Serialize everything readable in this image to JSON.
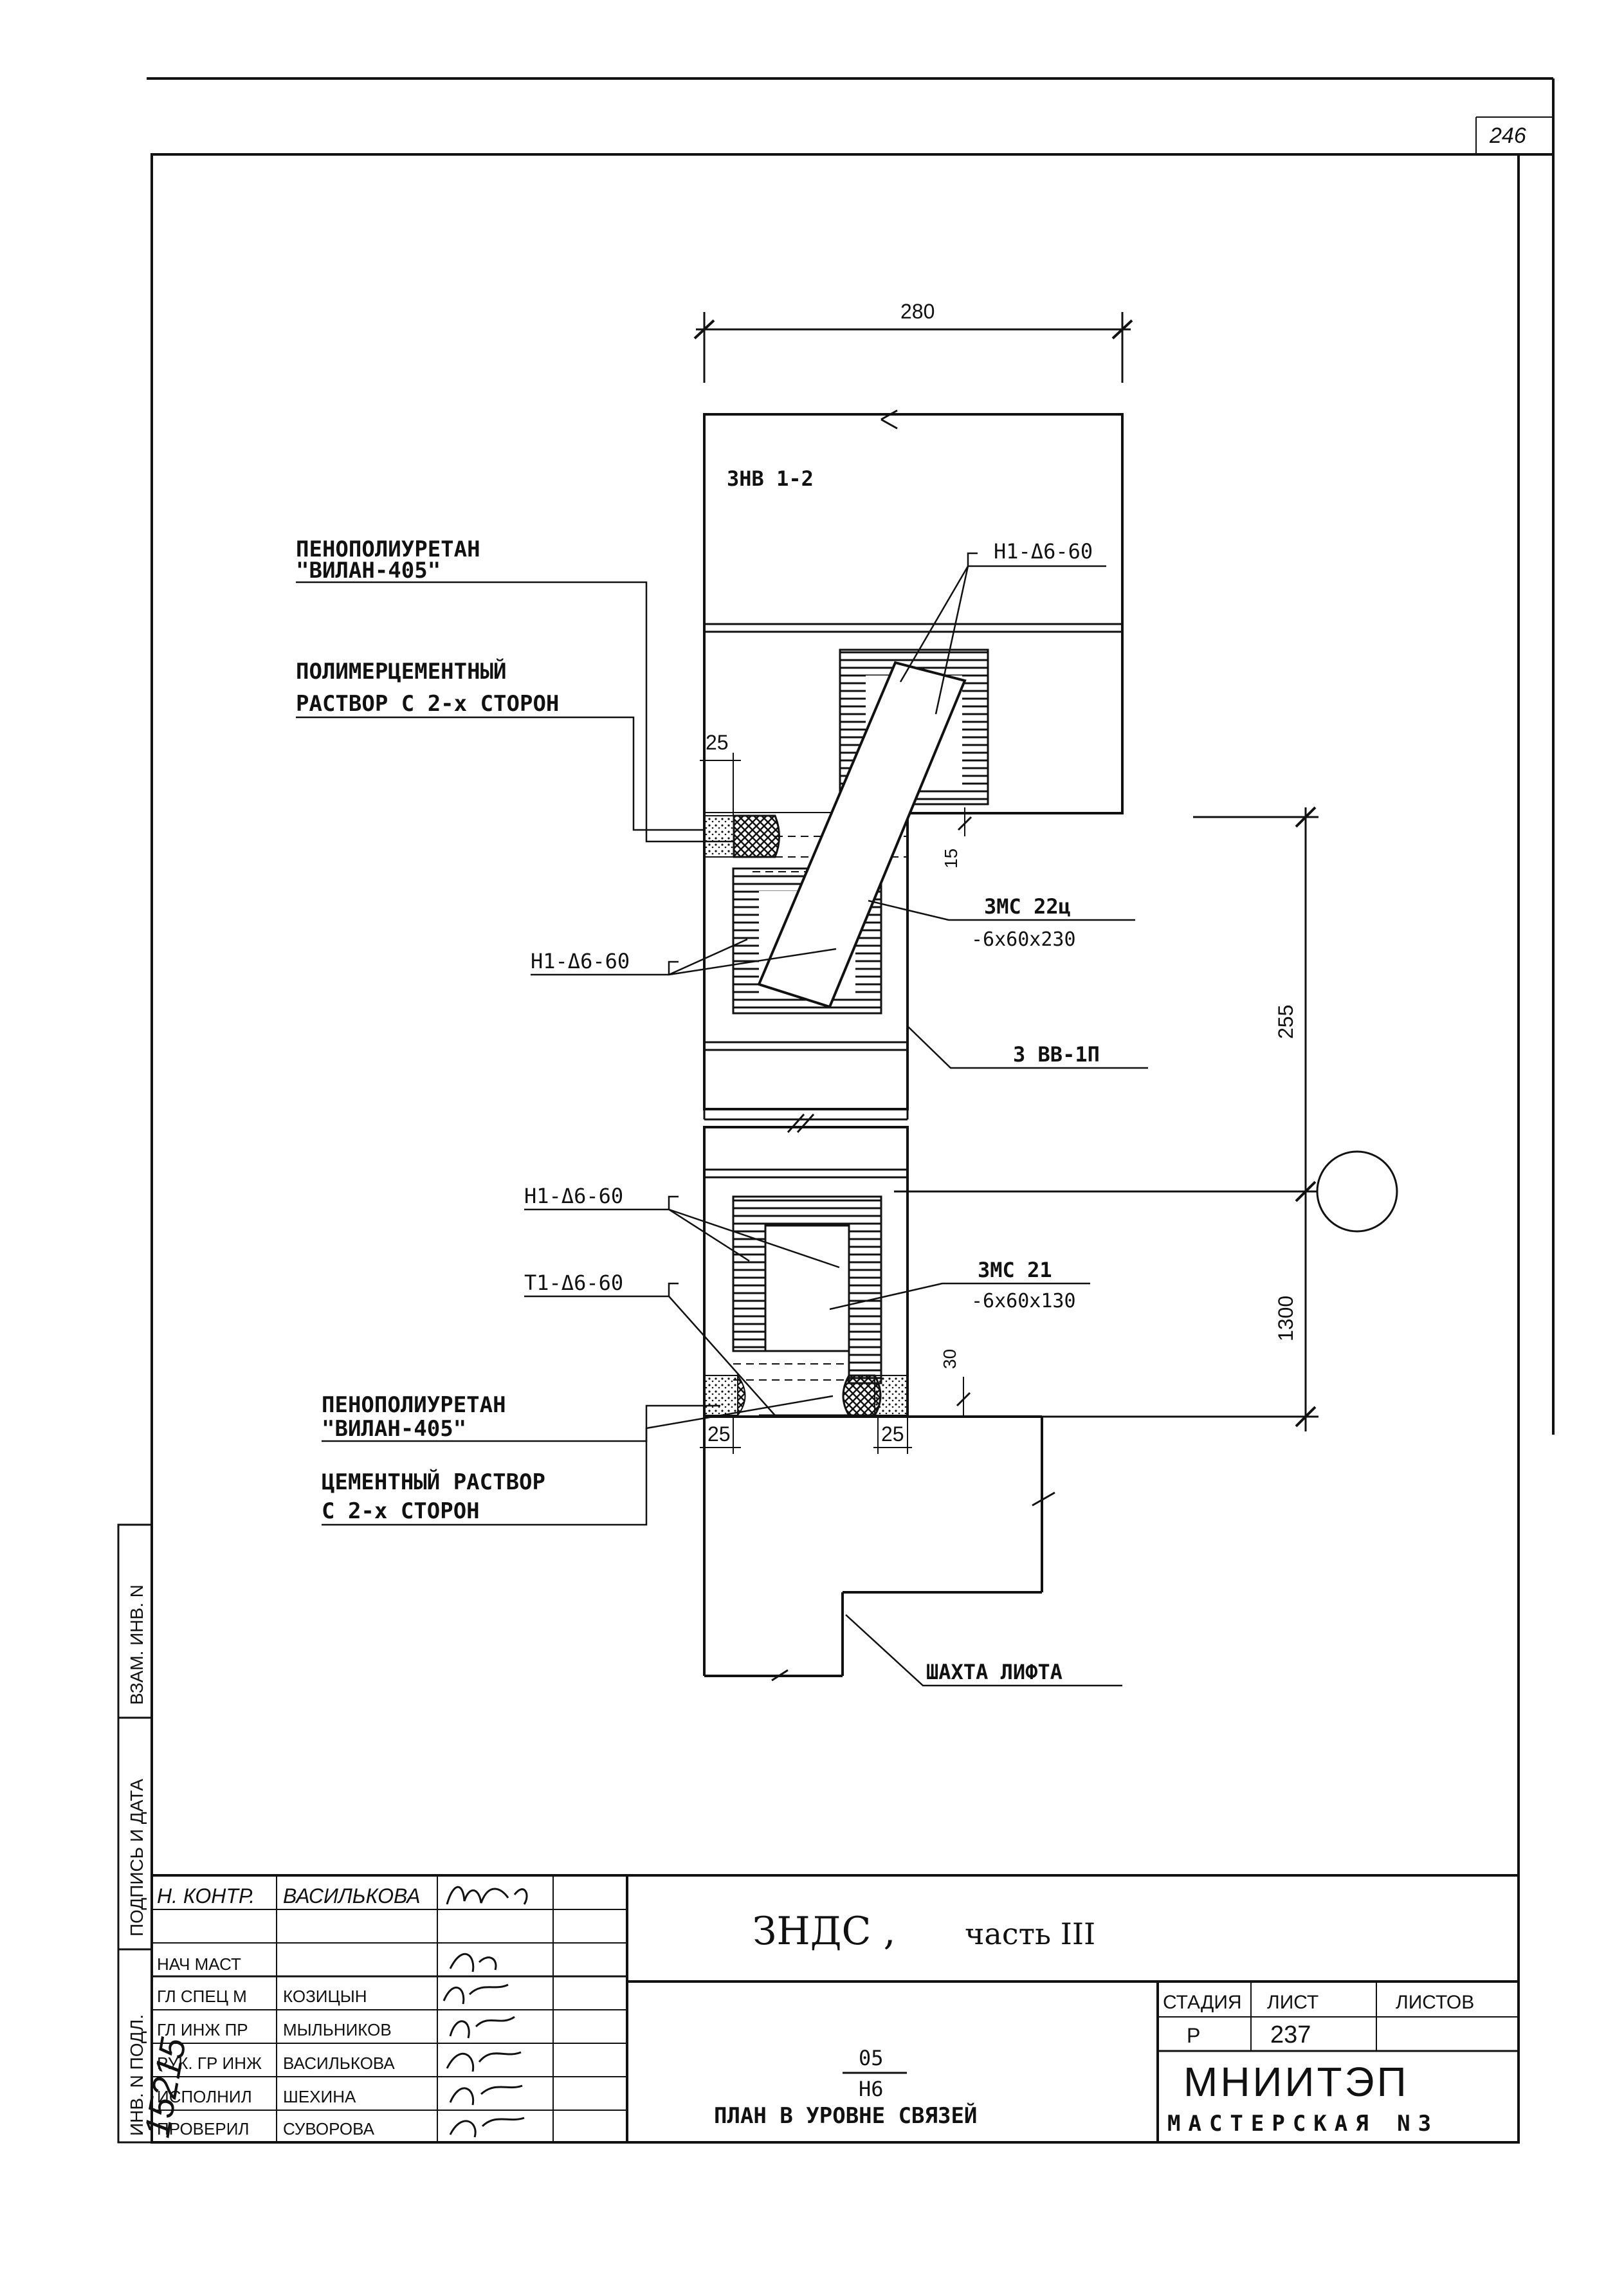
{
  "sheet_number": "246",
  "dims": {
    "width_280": "280",
    "d25_top": "25",
    "d15": "15",
    "d255": "255",
    "d1300": "1300",
    "d30": "30",
    "d25_bl": "25",
    "d25_br": "25"
  },
  "labels": {
    "panel": "ЗНВ 1-2",
    "foam_top_1": "ПЕНОПОЛИУРЕТАН",
    "foam_top_2": "\"ВИЛАН-405\"",
    "polymer_1": "ПОЛИМЕРЦЕМЕНТНЫЙ",
    "polymer_2": "РАСТВОР С 2-х СТОРОН",
    "h1_top": "Н1-Δ6-60",
    "h1_mid": "Н1-Δ6-60",
    "zms22_1": "ЗМС 22ц",
    "zms22_2": "-6x60x230",
    "vv": "3 ВВ-1П",
    "h1_low": "Н1-Δ6-60",
    "t1": "Т1-Δ6-60",
    "zms21_1": "ЗМС 21",
    "zms21_2": "-6x60x130",
    "foam_bot_1": "ПЕНОПОЛИУРЕТАН",
    "foam_bot_2": "\"ВИЛАН-405\"",
    "cement_1": "ЦЕМЕНТНЫЙ РАСТВОР",
    "cement_2": "С 2-х СТОРОН",
    "shaft": "ШАХТА ЛИФТА"
  },
  "side_stamps": {
    "inv_sub": "ИНВ. N ПОДЛ.",
    "sign_date": "ПОДПИСЬ И ДАТА",
    "vzam": "ВЗАМ. ИНВ. N",
    "inv_handwritten": "15215"
  },
  "title_block": {
    "project": "ЗНДС ,",
    "part": "часть III",
    "code_top": "05",
    "code_bottom": "Н6",
    "sheet_title": "ПЛАН В УРОВНЕ СВЯЗЕЙ",
    "stage_header": "СТАДИЯ",
    "sheet_header": "ЛИСТ",
    "sheets_header": "ЛИСТОВ",
    "stage": "Р",
    "sheet": "237",
    "sheets": "",
    "org": "МНИИТЭП",
    "workshop": "МАСТЕРСКАЯ N3",
    "roles": [
      {
        "role": "Н. КОНТР.",
        "name": "ВАСИЛЬКОВА"
      },
      {
        "role": "",
        "name": ""
      },
      {
        "role": "НАЧ МАСТ",
        "name": ""
      },
      {
        "role": "ГЛ СПЕЦ М",
        "name": "КОЗИЦЫН"
      },
      {
        "role": "ГЛ ИНЖ ПР",
        "name": "МЫЛЬНИКОВ"
      },
      {
        "role": "РУК. ГР ИНЖ",
        "name": "ВАСИЛЬКОВА"
      },
      {
        "role": "ИСПОЛНИЛ",
        "name": "ШЕХИНА"
      },
      {
        "role": "ПРОВЕРИЛ",
        "name": "СУВОРОВА"
      }
    ]
  }
}
